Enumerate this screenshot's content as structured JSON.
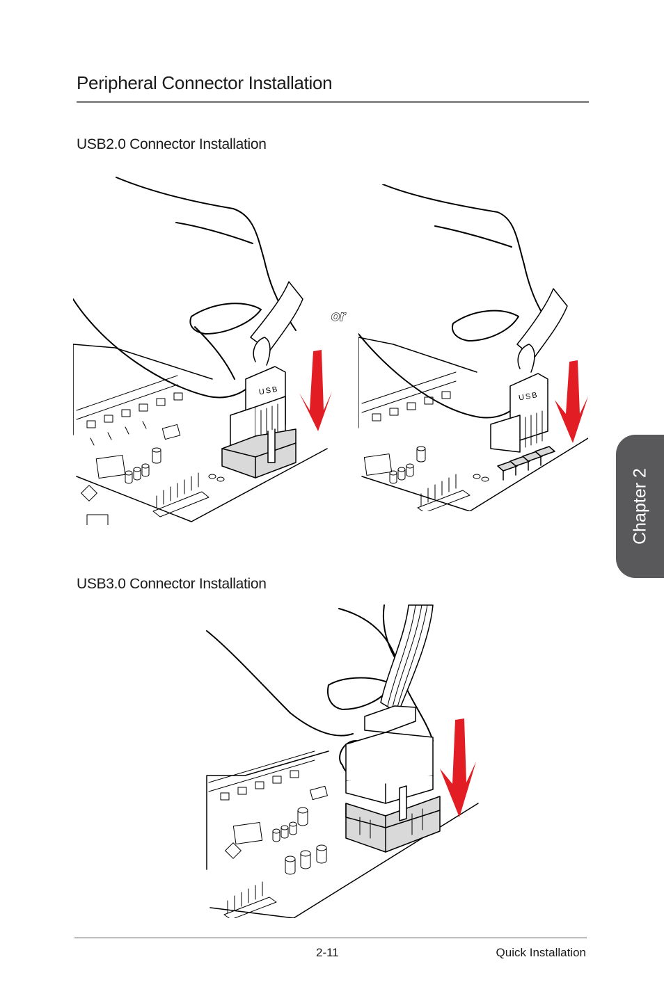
{
  "page": {
    "section_title": "Peripheral Connector Installation",
    "usb2_title": "USB2.0 Connector Installation",
    "usb3_title": "USB3.0 Connector Installation",
    "or_label": "or",
    "usb_label": "USB",
    "chapter_tab": "Chapter 2",
    "footer_page": "2-11",
    "footer_section": "Quick Installation"
  },
  "colors": {
    "arrow": "#e31d24",
    "tab": "#59595b",
    "connector": "#d9d9d9",
    "rule": "#8a8a8a"
  }
}
